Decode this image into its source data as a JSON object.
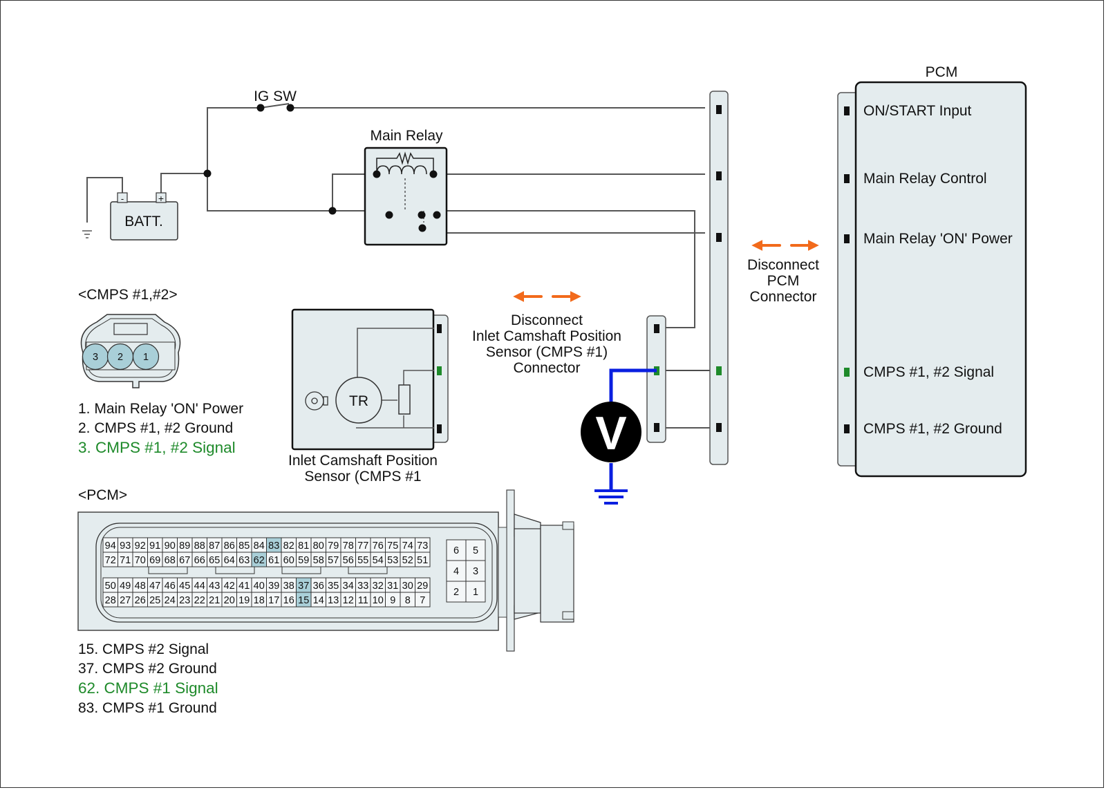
{
  "colors": {
    "wire": "#555555",
    "box_fill": "#e4ecee",
    "signal_green": "#1e8a2a",
    "meter_lead": "#0a1fe0",
    "arrow_orange": "#f26a1b",
    "pin_highlight": "#a9cfd8"
  },
  "labels": {
    "ig_sw": "IG SW",
    "main_relay": "Main Relay",
    "battery": "BATT.",
    "battery_neg": "-",
    "battery_pos": "+",
    "pcm_title": "PCM",
    "sensor_tr": "TR",
    "voltmeter": "V",
    "disconnect_pcm": [
      "Disconnect",
      "PCM",
      "Connector"
    ],
    "disconnect_cmps": [
      "Disconnect",
      "Inlet Camshaft Position",
      "Sensor (CMPS #1)",
      "Connector"
    ],
    "sensor_caption": [
      "Inlet Camshaft Position",
      "Sensor (CMPS #1"
    ]
  },
  "pcm_pins": [
    {
      "label": "ON/START Input",
      "signal": false
    },
    {
      "label": "Main Relay Control",
      "signal": false
    },
    {
      "label": "Main Relay 'ON' Power",
      "signal": false
    },
    {
      "label": "CMPS #1, #2 Signal",
      "signal": true
    },
    {
      "label": "CMPS #1, #2 Ground",
      "signal": false
    }
  ],
  "cmps_connector": {
    "title": "<CMPS #1,#2>",
    "pin_numbers": [
      "3",
      "2",
      "1"
    ],
    "legend": [
      {
        "text": "1. Main Relay 'ON' Power",
        "signal": false
      },
      {
        "text": "2. CMPS #1, #2 Ground",
        "signal": false
      },
      {
        "text": "3. CMPS #1, #2 Signal",
        "signal": true
      }
    ]
  },
  "pcm_connector": {
    "title": "<PCM>",
    "rows": [
      [
        "94",
        "93",
        "92",
        "91",
        "90",
        "89",
        "88",
        "87",
        "86",
        "85",
        "84",
        "83",
        "82",
        "81",
        "80",
        "79",
        "78",
        "77",
        "76",
        "75",
        "74",
        "73"
      ],
      [
        "72",
        "71",
        "70",
        "69",
        "68",
        "67",
        "66",
        "65",
        "64",
        "63",
        "62",
        "61",
        "60",
        "59",
        "58",
        "57",
        "56",
        "55",
        "54",
        "53",
        "52",
        "51"
      ],
      [
        "50",
        "49",
        "48",
        "47",
        "46",
        "45",
        "44",
        "43",
        "42",
        "41",
        "40",
        "39",
        "38",
        "37",
        "36",
        "35",
        "34",
        "33",
        "32",
        "31",
        "30",
        "29"
      ],
      [
        "28",
        "27",
        "26",
        "25",
        "24",
        "23",
        "22",
        "21",
        "20",
        "19",
        "18",
        "17",
        "16",
        "15",
        "14",
        "13",
        "12",
        "11",
        "10",
        "9",
        "8",
        "7"
      ]
    ],
    "small_block": [
      [
        "6",
        "5"
      ],
      [
        "4",
        "3"
      ],
      [
        "2",
        "1"
      ]
    ],
    "highlighted": [
      "83",
      "62",
      "37",
      "15"
    ],
    "legend": [
      {
        "text": "15. CMPS #2 Signal",
        "signal": false
      },
      {
        "text": "37. CMPS #2 Ground",
        "signal": false
      },
      {
        "text": "62. CMPS #1 Signal",
        "signal": true
      },
      {
        "text": "83. CMPS #1 Ground",
        "signal": false
      }
    ]
  }
}
